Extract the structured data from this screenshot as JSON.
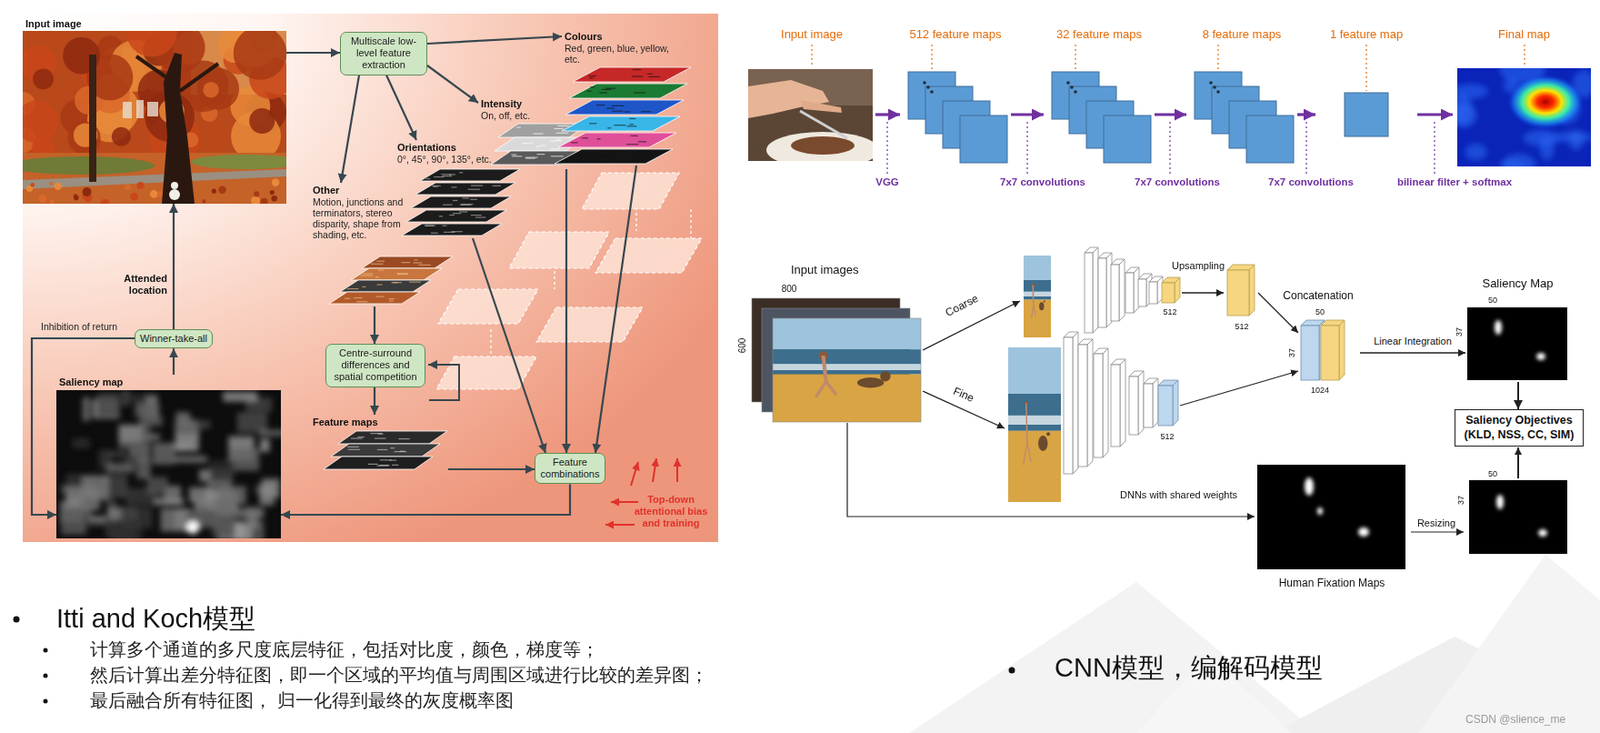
{
  "diagram": {
    "nodes": [
      {
        "text": [
          "Input image"
        ]
      },
      {
        "text": [
          "Multiscale low-level feature extraction"
        ]
      },
      {
        "text": [
          "Colours",
          "Red, green, blue, yellow, etc."
        ]
      },
      {
        "text": [
          "Intensity",
          "On, off, etc."
        ]
      },
      {
        "text": [
          "Orientations",
          "0°, 45°, 90°, 135°, etc."
        ]
      },
      {
        "text": [
          "Other",
          "Motion, junctions and terminators, stereo disparity, shape from shading, etc."
        ]
      },
      {
        "text": [
          "Centre-surround differences and spatial competition"
        ]
      },
      {
        "text": [
          "Feature maps"
        ]
      },
      {
        "text": [
          "Feature combinations"
        ]
      },
      {
        "text": [
          "Saliency map"
        ]
      },
      {
        "text": [
          "Winner-take-all"
        ]
      },
      {
        "text": [
          "Input image"
        ]
      },
      {
        "text": [
          "512 feature maps"
        ]
      },
      {
        "text": [
          "32 feature maps"
        ]
      },
      {
        "text": [
          "8 feature maps"
        ]
      },
      {
        "text": [
          "1 feature map"
        ]
      },
      {
        "text": [
          "Final map"
        ]
      },
      {
        "text": [
          "Input images"
        ]
      },
      {
        "text": [
          "Concatenation"
        ]
      },
      {
        "text": [
          "Saliency Map"
        ]
      },
      {
        "text": [
          "Saliency Objectives (KLD, NSS, CC, SIM)"
        ]
      },
      {
        "text": [
          "Human Fixation Maps"
        ]
      }
    ],
    "edges": [
      {
        "from": 0,
        "to": 1,
        "arrow": "to"
      },
      {
        "from": 1,
        "to": 2,
        "arrow": "to"
      },
      {
        "from": 1,
        "to": 3,
        "arrow": "to"
      },
      {
        "from": 1,
        "to": 4,
        "arrow": "to"
      },
      {
        "from": 1,
        "to": 5,
        "arrow": "to"
      },
      {
        "from": 5,
        "to": 6,
        "arrow": "to"
      },
      {
        "from": 6,
        "to": 7,
        "arrow": "to"
      },
      {
        "from": 7,
        "to": 8,
        "arrow": "to"
      },
      {
        "from": 2,
        "to": 8,
        "arrow": "to"
      },
      {
        "from": 3,
        "to": 8,
        "arrow": "to"
      },
      {
        "from": 4,
        "to": 8,
        "arrow": "to"
      },
      {
        "from": 8,
        "to": 9,
        "arrow": "to"
      },
      {
        "from": 9,
        "to": 10,
        "arrow": "to"
      },
      {
        "from": 10,
        "to": 0,
        "arrow": "to"
      },
      {
        "from": 10,
        "to": 9,
        "arrow": "to"
      },
      {
        "from": 11,
        "to": 12,
        "arrow": "to"
      },
      {
        "from": 12,
        "to": 13,
        "arrow": "to"
      },
      {
        "from": 13,
        "to": 14,
        "arrow": "to"
      },
      {
        "from": 14,
        "to": 15,
        "arrow": "to"
      },
      {
        "from": 15,
        "to": 16,
        "arrow": "to"
      },
      {
        "from": 18,
        "to": 19,
        "label": "Linear Integration",
        "arrow": "to"
      },
      {
        "from": 19,
        "to": 20,
        "arrow": "to"
      },
      {
        "from": 17,
        "to": 21,
        "arrow": "to"
      }
    ],
    "labels": [
      "Attended location",
      "Inhibition of return",
      "Top-down attentional bias and training",
      "VGG",
      "7x7 convolutions",
      "7x7 convolutions",
      "7x7 convolutions",
      "bilinear filter + softmax",
      "800",
      "600",
      "Coarse",
      "Fine",
      "512",
      "Upsampling",
      "512",
      "512",
      "DNNs with shared weights",
      "50",
      "37",
      "1024",
      "50",
      "37",
      "50",
      "37",
      "Resizing",
      "Itti and Koch模型",
      "计算多个通道的多尺度底层特征，包括对比度，颜色，梯度等；",
      "然后计算出差分特征图，即一个区域的平均值与周围区域进行比较的差异图；",
      "最后融合所有特征图， 归一化得到最终的灰度概率图",
      "CNN模型，编解码模型",
      "CSDN @slience_me"
    ]
  }
}
